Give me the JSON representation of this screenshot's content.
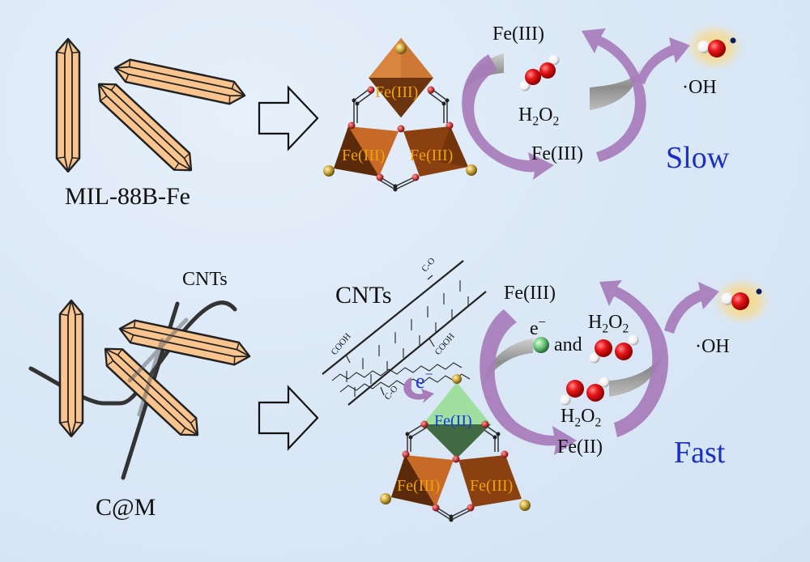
{
  "top_panel": {
    "material_label": "MIL-88B-Fe",
    "cluster_labels": [
      "Fe(III)",
      "Fe(III)",
      "Fe(III)"
    ],
    "cycle": {
      "top_species": "Fe(III)",
      "reactant": {
        "base": "H",
        "sub1": "2",
        "mid": "O",
        "sub2": "2"
      },
      "bottom_species": "Fe(III)",
      "product": "·OH"
    },
    "rate_label": "Slow",
    "rate_color": "#1a2fc4"
  },
  "bottom_panel": {
    "material_label": "C@M",
    "cnt_label_left": "CNTs",
    "cnt_label_tube": "CNTs",
    "functional_groups": [
      "C-O",
      "COOH",
      "COOH",
      "C-O"
    ],
    "electron_transfer_label": {
      "base": "e",
      "sup": "−"
    },
    "cluster_labels": [
      "Fe(II)",
      "Fe(III)",
      "Fe(III)"
    ],
    "cycle": {
      "top_species": "Fe(III)",
      "electron": {
        "base": "e",
        "sup": "−"
      },
      "and_word": "and",
      "reactant_top": {
        "base": "H",
        "sub1": "2",
        "mid": "O",
        "sub2": "2"
      },
      "reactant_bottom": {
        "base": "H",
        "sub1": "2",
        "mid": "O",
        "sub2": "2"
      },
      "bottom_species": "Fe(II)",
      "product": "·OH"
    },
    "rate_label": "Fast",
    "rate_color": "#1a2fc4"
  },
  "colors": {
    "crystal_fill": "#f9c48e",
    "crystal_stroke": "#222222",
    "octa_fe3_light": "#d9843f",
    "octa_fe3_dark": "#6b3310",
    "octa_fe2_light": "#9fe0a0",
    "octa_fe2_dark": "#3f6a42",
    "cycle_arrow": "#a77cba",
    "gray_arrow": "#9a9a9a",
    "oxygen": "#e01a1a",
    "hydrogen": "#ffffff",
    "label_fe3": "#f0a200",
    "label_fe2": "#1a36e0"
  }
}
